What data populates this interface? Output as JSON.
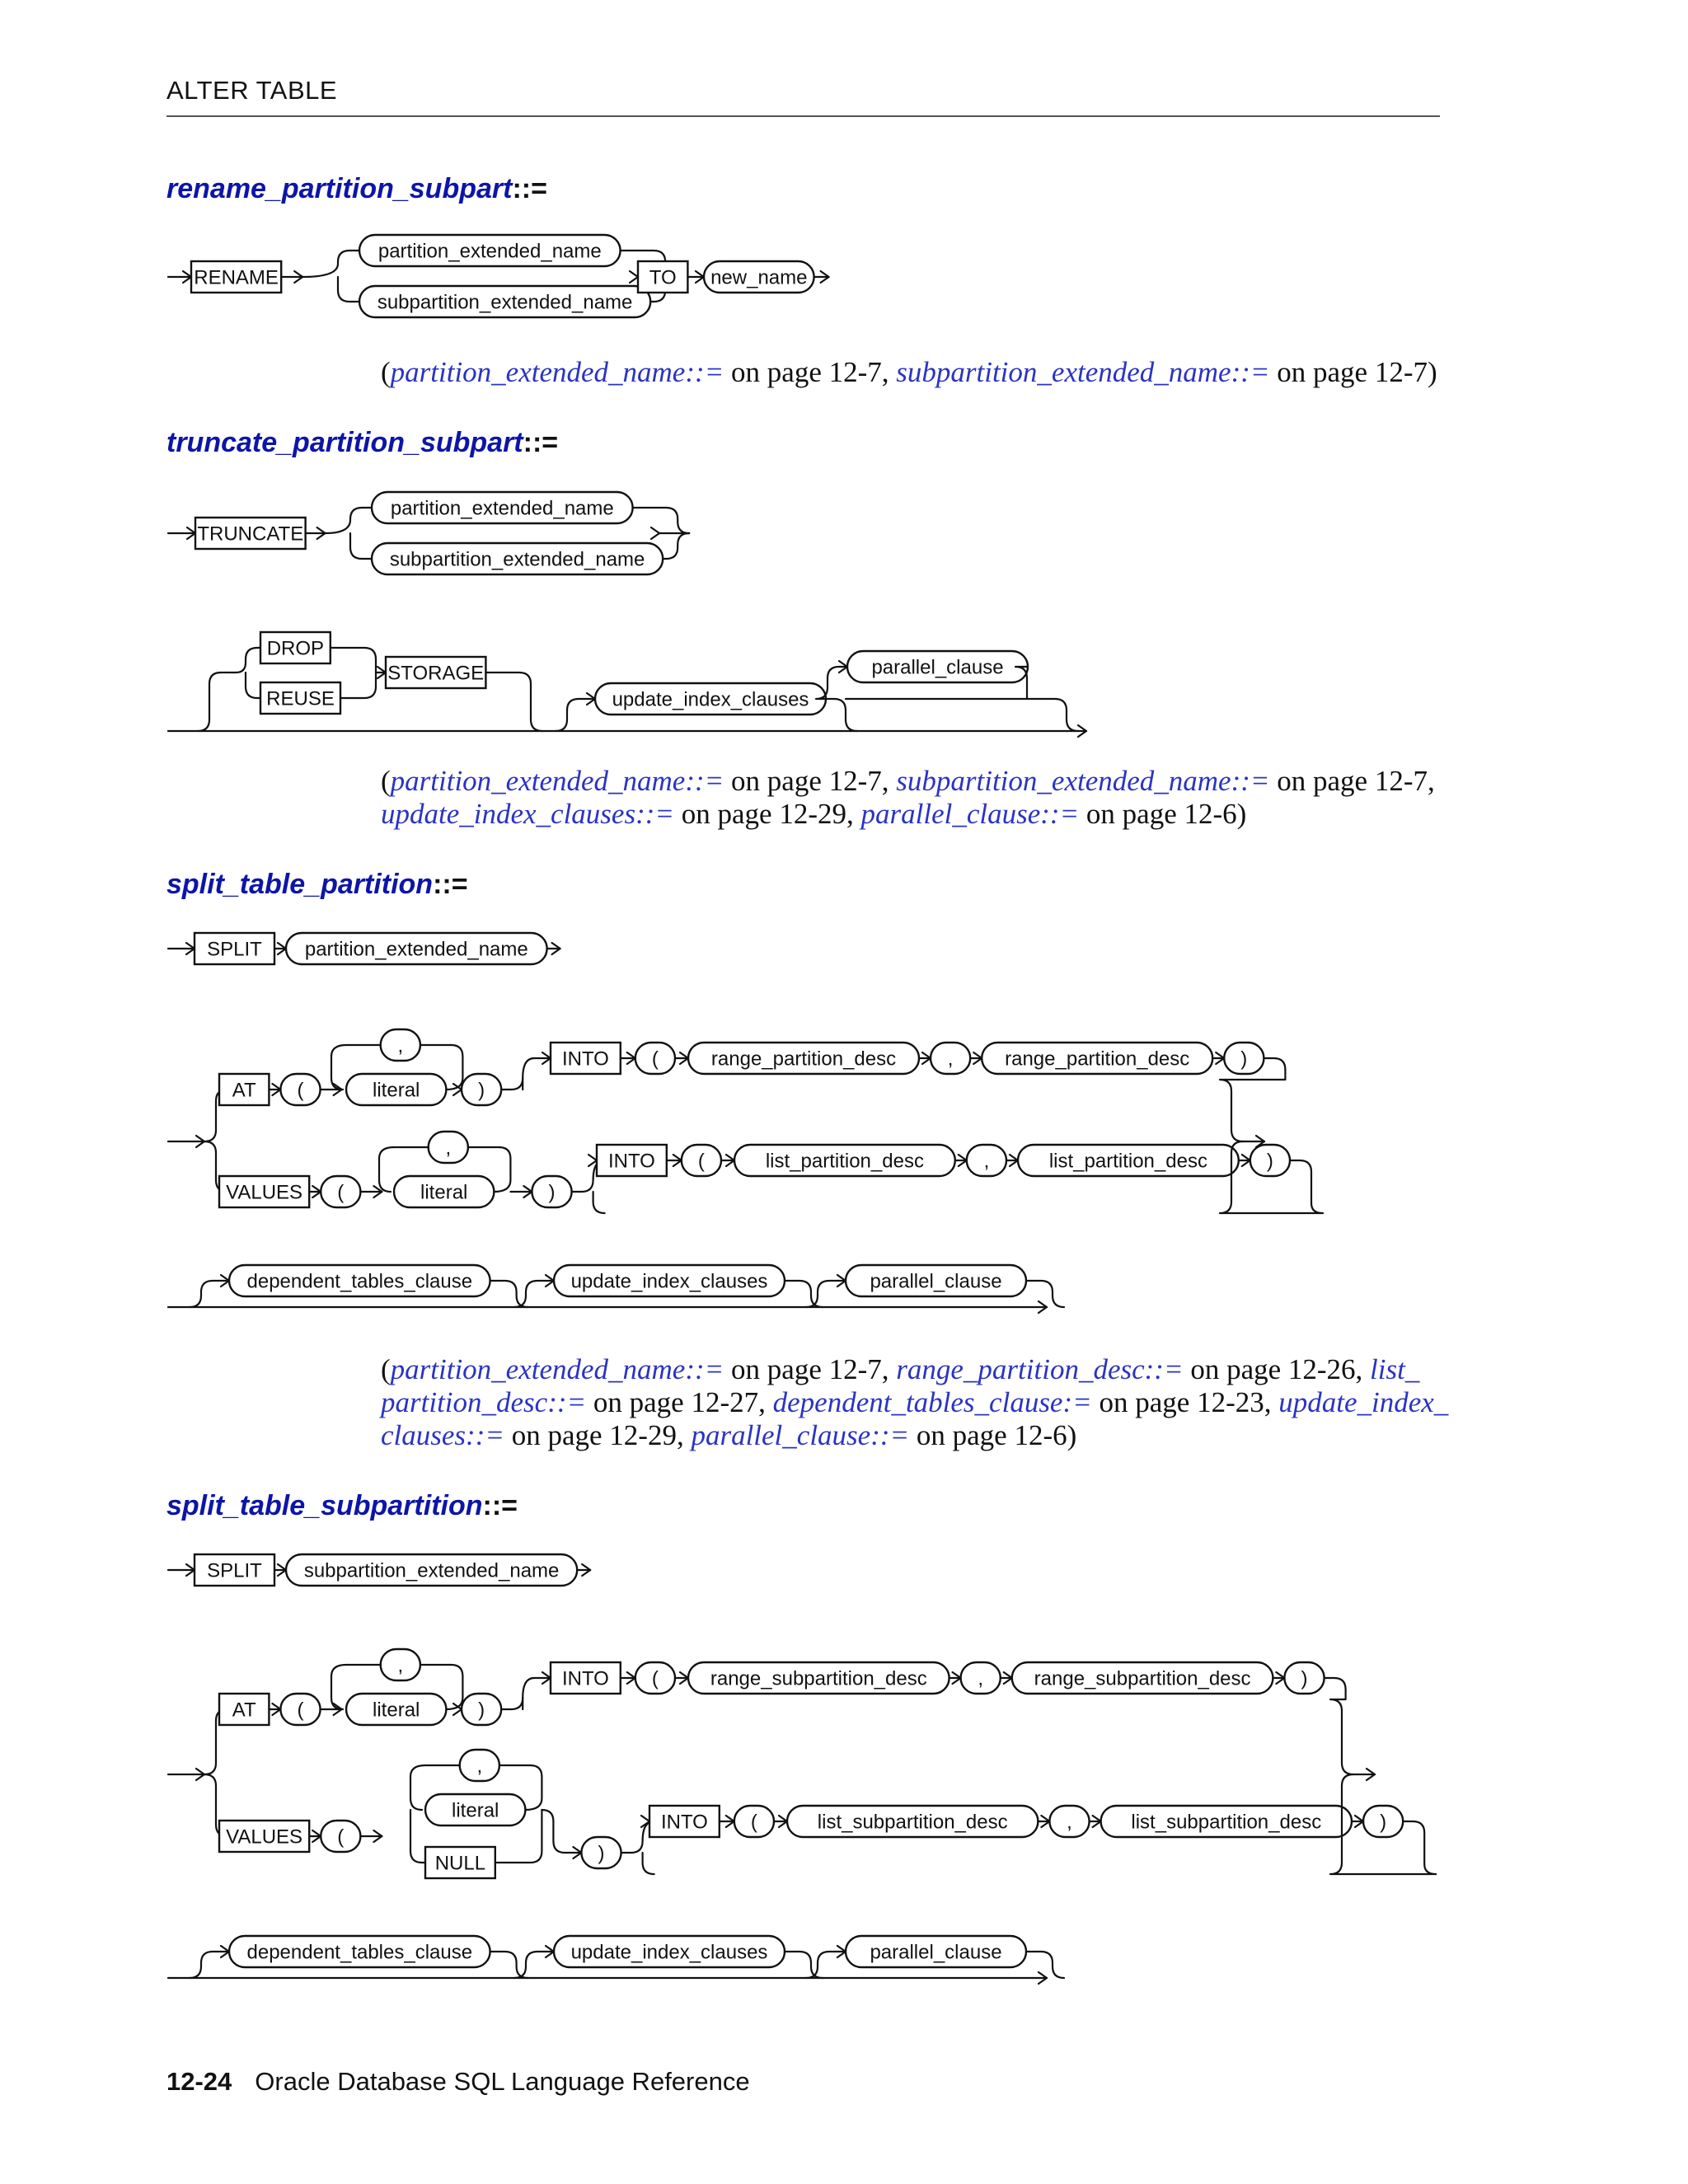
{
  "header": {
    "running_title": "ALTER TABLE"
  },
  "footer": {
    "page_number": "12-24",
    "book_title": "Oracle Database SQL Language Reference"
  },
  "sections": [
    {
      "id": "rename",
      "name": "rename_partition_subpart",
      "op": "::=",
      "refs": [
        {
          "t": "("
        },
        {
          "t": "partition_extended_name::=",
          "link": true
        },
        {
          "t": " on page 12-7, "
        },
        {
          "t": "subpartition_extended_name::=",
          "link": true
        },
        {
          "t": " on page 12-7)"
        }
      ]
    },
    {
      "id": "truncate",
      "name": "truncate_partition_subpart",
      "op": "::=",
      "refs": [
        {
          "t": "("
        },
        {
          "t": "partition_extended_name::=",
          "link": true
        },
        {
          "t": " on page 12-7, "
        },
        {
          "t": "subpartition_extended_name::=",
          "link": true
        },
        {
          "t": " on page 12-7, "
        },
        {
          "br": true
        },
        {
          "t": "update_index_clauses::=",
          "link": true
        },
        {
          "t": " on page 12-29, "
        },
        {
          "t": "parallel_clause::=",
          "link": true
        },
        {
          "t": " on page 12-6)"
        }
      ]
    },
    {
      "id": "split_part",
      "name": "split_table_partition",
      "op": "::=",
      "refs": [
        {
          "t": "("
        },
        {
          "t": "partition_extended_name::=",
          "link": true
        },
        {
          "t": " on page 12-7, "
        },
        {
          "t": "range_partition_desc::=",
          "link": true
        },
        {
          "t": " on page 12-26, "
        },
        {
          "t": "list_",
          "link": true
        },
        {
          "br": true
        },
        {
          "t": "partition_desc::=",
          "link": true
        },
        {
          "t": " on page 12-27, "
        },
        {
          "t": "dependent_tables_clause:=",
          "link": true
        },
        {
          "t": " on page 12-23, "
        },
        {
          "t": "update_index_",
          "link": true
        },
        {
          "br": true
        },
        {
          "t": "clauses::=",
          "link": true
        },
        {
          "t": " on page 12-29, "
        },
        {
          "t": "parallel_clause::=",
          "link": true
        },
        {
          "t": " on page 12-6)"
        }
      ]
    },
    {
      "id": "split_sub",
      "name": "split_table_subpartition",
      "op": "::=",
      "refs": []
    }
  ],
  "diagrams": {
    "rename": {
      "keywords": [
        "RENAME",
        "TO"
      ],
      "nonterminals": [
        "partition_extended_name",
        "subpartition_extended_name",
        "new_name"
      ]
    },
    "truncate": {
      "keywords": [
        "TRUNCATE",
        "DROP",
        "REUSE",
        "STORAGE"
      ],
      "nonterminals": [
        "partition_extended_name",
        "subpartition_extended_name",
        "update_index_clauses",
        "parallel_clause"
      ]
    },
    "split_part": {
      "keywords": [
        "SPLIT",
        "AT",
        "INTO",
        "VALUES"
      ],
      "nonterminals": [
        "partition_extended_name",
        "literal",
        "range_partition_desc",
        "list_partition_desc",
        "dependent_tables_clause",
        "update_index_clauses",
        "parallel_clause"
      ],
      "symbols": [
        "(",
        ",",
        ")"
      ]
    },
    "split_sub": {
      "keywords": [
        "SPLIT",
        "AT",
        "INTO",
        "VALUES",
        "NULL"
      ],
      "nonterminals": [
        "subpartition_extended_name",
        "literal",
        "range_subpartition_desc",
        "list_subpartition_desc",
        "dependent_tables_clause",
        "update_index_clauses",
        "parallel_clause"
      ],
      "symbols": [
        "(",
        ",",
        ")"
      ]
    }
  }
}
